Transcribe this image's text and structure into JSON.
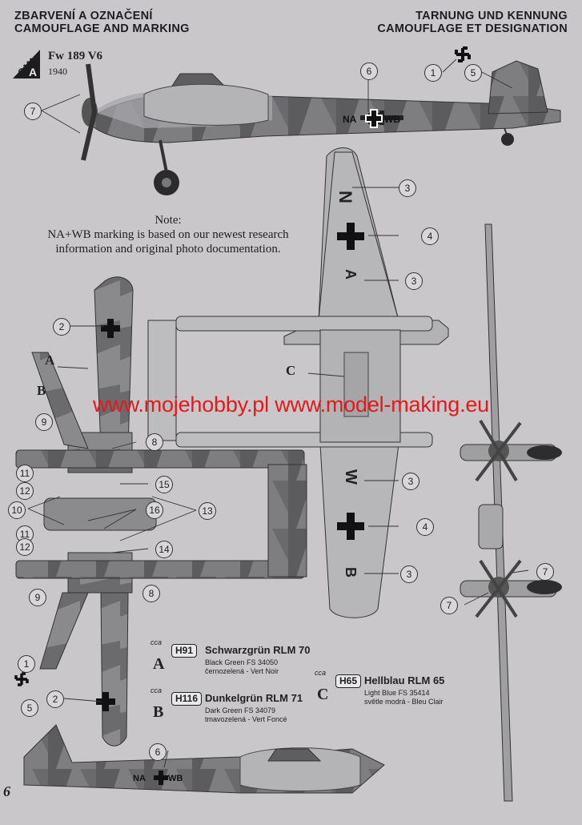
{
  "header": {
    "left_line1": "ZBARVENÍ A OZNAČENÍ",
    "left_line2": "CAMOUFLAGE AND MARKING",
    "right_line1": "TARNUNG UND KENNUNG",
    "right_line2": "CAMOUFLAGE ET DESIGNATION"
  },
  "logo": {
    "text": "CAM",
    "letter": "A"
  },
  "aircraft": {
    "model": "Fw 189 V6",
    "year": "1940"
  },
  "note": {
    "title": "Note:",
    "line1": "NA+WB marking is based on our newest research",
    "line2": "information and original photo documentation."
  },
  "watermark": "www.mojehobby.pl www.model-making.eu",
  "markings": {
    "code_top": "NA+WB",
    "code_bottom": "NA+WB",
    "wing_n": "N",
    "wing_a": "A",
    "wing_w": "W",
    "wing_b": "B"
  },
  "callouts": [
    "1",
    "2",
    "3",
    "4",
    "5",
    "6",
    "7",
    "8",
    "9",
    "10",
    "11",
    "12",
    "13",
    "14",
    "15",
    "16"
  ],
  "area_letters": {
    "a": "A",
    "b": "B",
    "c": "C"
  },
  "paints": [
    {
      "letter": "A",
      "cca": "cca",
      "code": "H91",
      "name": "Schwarzgrün RLM 70",
      "desc1": "Black Green FS 34050",
      "desc2": "černozelená - Vert Noir"
    },
    {
      "letter": "B",
      "cca": "cca",
      "code": "H116",
      "name": "Dunkelgrün RLM 71",
      "desc1": "Dark Green FS 34079",
      "desc2": "tmavozelená - Vert Foncé"
    },
    {
      "letter": "C",
      "cca": "cca",
      "code": "H65",
      "name": "Hellblau RLM 65",
      "desc1": "Light Blue FS 35414",
      "desc2": "světle modrá - Bleu Clair"
    }
  ],
  "page_number": "6"
}
